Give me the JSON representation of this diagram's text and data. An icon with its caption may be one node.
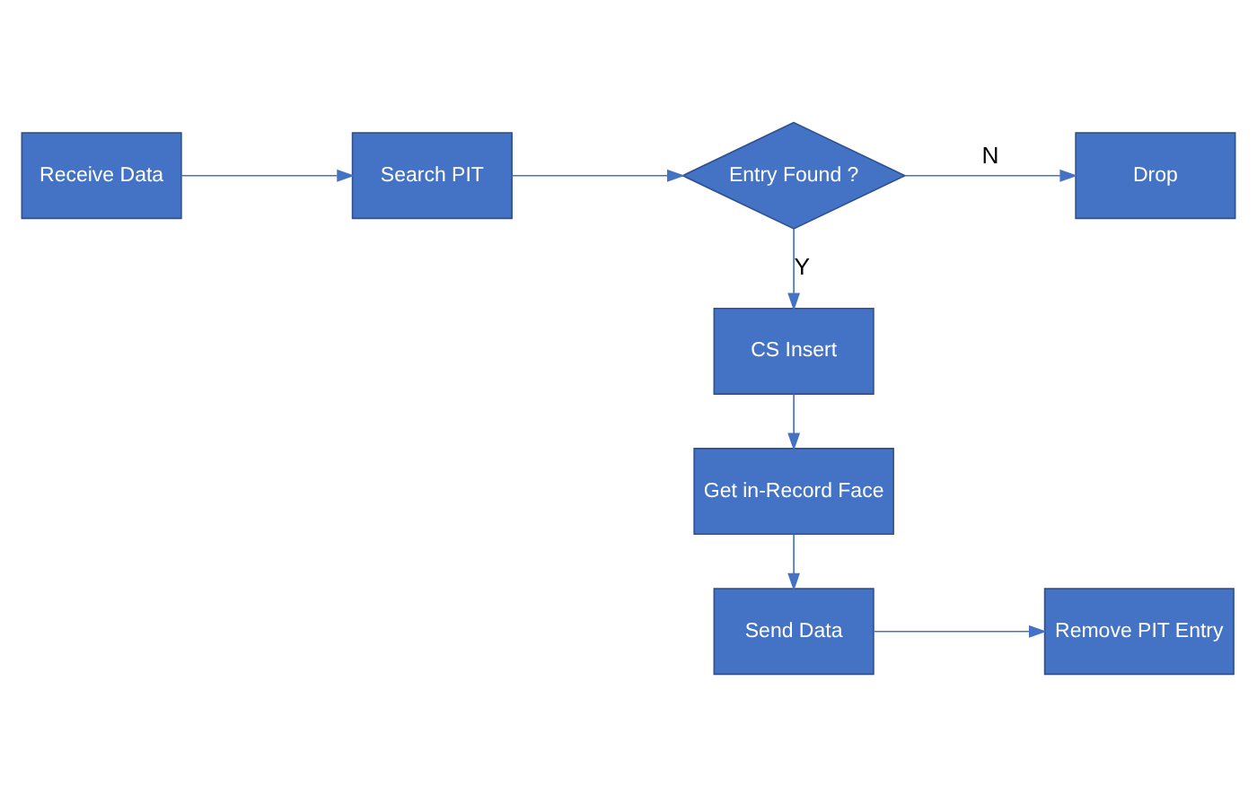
{
  "diagram": {
    "nodes": [
      {
        "text": [
          "Receive Data"
        ]
      },
      {
        "text": [
          "Search PIT"
        ]
      },
      {
        "text": [
          "Entry Found ?"
        ]
      },
      {
        "text": [
          "Drop"
        ]
      },
      {
        "text": [
          "CS Insert"
        ]
      },
      {
        "text": [
          "Get in-Record Face"
        ]
      },
      {
        "text": [
          "Send Data"
        ]
      },
      {
        "text": [
          "Remove PIT Entry"
        ]
      }
    ],
    "edges": [
      {
        "from": 0,
        "to": 1,
        "arrow": "to"
      },
      {
        "from": 1,
        "to": 2,
        "arrow": "to"
      },
      {
        "from": 2,
        "to": 3,
        "arrow": "to",
        "label": "N"
      },
      {
        "from": 2,
        "to": 4,
        "arrow": "to",
        "label": "Y"
      },
      {
        "from": 4,
        "to": 5,
        "arrow": "to"
      },
      {
        "from": 5,
        "to": 6,
        "arrow": "to"
      },
      {
        "from": 6,
        "to": 7,
        "arrow": "to"
      }
    ]
  }
}
